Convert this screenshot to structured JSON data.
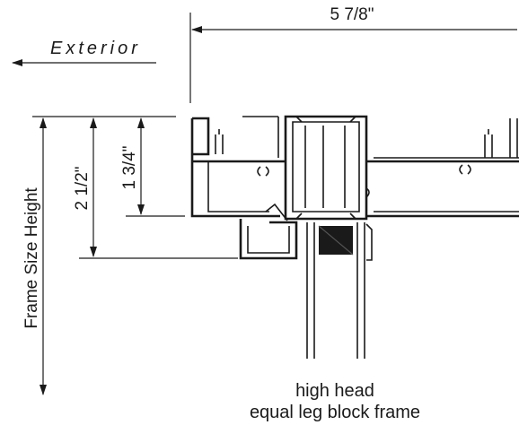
{
  "labels": {
    "width_dim": "5 7/8\"",
    "exterior": "Exterior",
    "frame_size_height": "Frame Size Height",
    "dim_2_half": "2 1/2\"",
    "dim_1_three_quarter": "1 3/4\"",
    "caption_line1": "high head",
    "caption_line2": "equal leg block frame"
  }
}
